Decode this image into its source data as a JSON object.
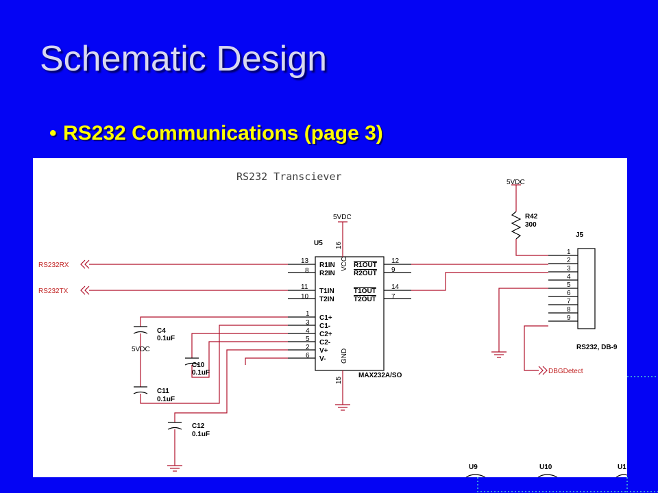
{
  "slide": {
    "title": "Schematic Design",
    "bullet": "RS232 Communications (page 3)"
  },
  "schematic": {
    "heading": "RS232 Transciever",
    "ic": {
      "ref": "U5",
      "part": "MAX232A/SO",
      "pins_left": [
        {
          "num": "13",
          "name": "R1IN"
        },
        {
          "num": "8",
          "name": "R2IN"
        },
        {
          "num": "11",
          "name": "T1IN"
        },
        {
          "num": "10",
          "name": "T2IN"
        },
        {
          "num": "1",
          "name": "C1+"
        },
        {
          "num": "3",
          "name": "C1-"
        },
        {
          "num": "4",
          "name": "C2+"
        },
        {
          "num": "5",
          "name": "C2-"
        },
        {
          "num": "2",
          "name": "V+"
        },
        {
          "num": "6",
          "name": "V-"
        }
      ],
      "pins_right": [
        {
          "num": "12",
          "name": "R1OUT"
        },
        {
          "num": "9",
          "name": "R2OUT"
        },
        {
          "num": "14",
          "name": "T1OUT"
        },
        {
          "num": "7",
          "name": "T2OUT"
        }
      ],
      "vcc_pin": "16",
      "vcc_label": "VCC",
      "gnd_pin": "15",
      "gnd_label": "GND",
      "supply": "5VDC"
    },
    "nets": {
      "rx": "RS232RX",
      "tx": "RS232TX",
      "dbg": "DBGDetect"
    },
    "caps": [
      {
        "ref": "C4",
        "value": "0.1uF"
      },
      {
        "ref": "C10",
        "value": "0.1uF"
      },
      {
        "ref": "C11",
        "value": "0.1uF"
      },
      {
        "ref": "C12",
        "value": "0.1uF"
      }
    ],
    "cap_supply": "5VDC",
    "resistor": {
      "ref": "R42",
      "value": "300",
      "supply": "5VDC"
    },
    "connector": {
      "ref": "J5",
      "desc": "RS232, DB-9",
      "pins": [
        "1",
        "2",
        "3",
        "4",
        "5",
        "6",
        "7",
        "8",
        "9"
      ]
    },
    "bottom_refs": [
      "U9",
      "U10",
      "U1"
    ]
  }
}
